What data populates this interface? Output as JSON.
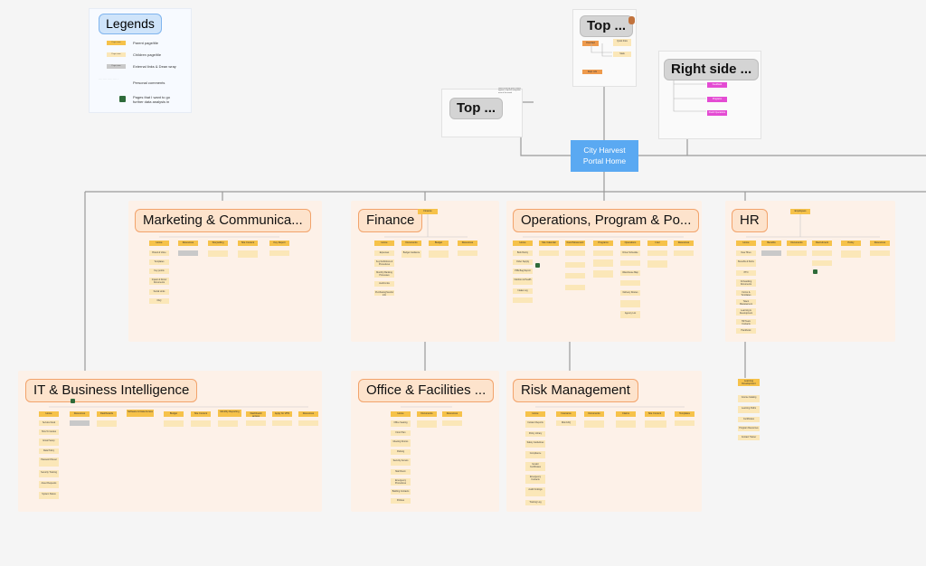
{
  "home": {
    "line1": "City Harvest",
    "line2": "Portal Home"
  },
  "legend": {
    "title": "Legends",
    "items": [
      {
        "swatch": "Page name",
        "label": "Parent page/tile",
        "color": "#f6c24a"
      },
      {
        "swatch": "Page name",
        "label": "Children page/tile",
        "color": "#fbe7b8"
      },
      {
        "swatch": "Page name",
        "label": "External links & Dean wray",
        "color": "#c9c9c9"
      },
      {
        "swatch": "",
        "label": "Personal comments",
        "color": ""
      },
      {
        "swatch": "",
        "label": "Pages that I want to go further data analysis in",
        "color": "#2e6b3a"
      }
    ]
  },
  "frames": {
    "top_left": {
      "title": "Top ..."
    },
    "top_center": {
      "title": "Top ..."
    },
    "right_side": {
      "title": "Right side ..."
    }
  },
  "sections": {
    "marketing": {
      "title": "Marketing & Communica...",
      "headers": [
        "Home",
        "Resources",
        "Storytelling",
        "Site Content",
        "Key Report"
      ],
      "children": [
        "Brand & Voice",
        "Templates",
        "Key points",
        "Impact & Donor Documents",
        "Social Links",
        "FAQ"
      ]
    },
    "finance": {
      "title": "Finance",
      "top": "Finance",
      "headers": [
        "Home",
        "Documents",
        "Budget",
        "Resources"
      ],
      "children": [
        "Expenses",
        "Key Definitions & Procedures",
        "Monthly Banking Processes",
        "Audit Links",
        "Budget Guidance",
        "Purchasing/Vendor info"
      ]
    },
    "operations": {
      "title": "Operations, Program & Po...",
      "headers": [
        "Home",
        "Site Calendar",
        "Food Movement",
        "Programs",
        "Operations",
        "Intel",
        "Resources"
      ],
      "children": [
        "Bulk Pantry",
        "Order Supply",
        "PPE Bag Report",
        "Nutrition & Health",
        "Intake Log",
        "Driver Schedule",
        "Warehouse Map",
        "Delivery Routes",
        "Agency List"
      ]
    },
    "hr": {
      "title": "HR",
      "top": "Employees",
      "headers": [
        "Home",
        "Benefits",
        "Documents",
        "Recruitment",
        "Policy",
        "Resources"
      ],
      "children": [
        "New Hires",
        "Benefits & Perks",
        "PTO",
        "Onboarding Documents",
        "Forms & Templates",
        "Talent Management",
        "Learning & Development",
        "HR Team Contacts",
        "Handbook"
      ]
    },
    "it": {
      "title": "IT & Business Intelligence",
      "headers": [
        "Home",
        "Resources",
        "Dashboards",
        "Software & Data Access",
        "Budget",
        "Site Content",
        "Monthly Reporting",
        "Dashboard access",
        "Apply for VPN",
        "Resources"
      ],
      "children": [
        "Service Desk",
        "How To Guides",
        "Email Setup",
        "Data Policy",
        "Password Reset",
        "Security Training",
        "Asset Requests",
        "System Status"
      ]
    },
    "office": {
      "title": "Office & Facilities ...",
      "headers": [
        "Home",
        "Documents",
        "Resources"
      ],
      "children": [
        "Office Seating",
        "Floor Plan",
        "Meeting Rooms",
        "Parking",
        "Security Access",
        "Mail Room",
        "Emergency Procedures",
        "Building Contacts",
        "Policies"
      ]
    },
    "risk": {
      "title": "Risk Management",
      "headers": [
        "Home",
        "Insurance",
        "Documents",
        "Claims",
        "Site Content",
        "Templates"
      ],
      "children": [
        "Incident Reports",
        "Policy Library",
        "Safety Guidelines",
        "Compliance",
        "Vendor Certificates",
        "Emergency Contacts",
        "Audit Findings",
        "Training Log",
        "Risk FAQ"
      ]
    },
    "extra": {
      "header": "Learning Development",
      "children": [
        "Course Catalog",
        "Learning Paths",
        "Certificates",
        "Program Resources",
        "Contact Trainer"
      ]
    }
  },
  "right_side": {
    "items": [
      "Feedback",
      "Programs",
      "Fresh Operations"
    ]
  },
  "top_center": {
    "items": [
      "Overview",
      "Quick links",
      "Stats",
      "Dept. info"
    ]
  },
  "top_left": {
    "note": "Need to decide what should appear in top left navigation area of the portal"
  }
}
